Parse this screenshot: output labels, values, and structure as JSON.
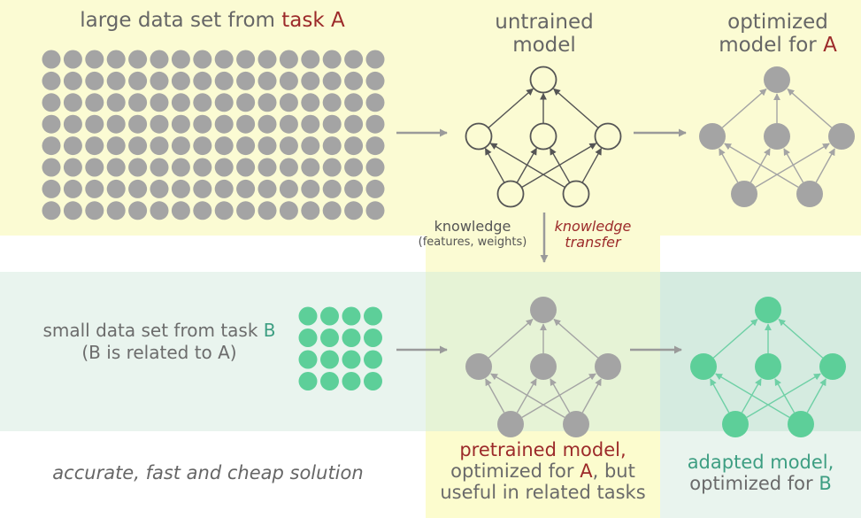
{
  "colors": {
    "band_a": "#fbfbd3",
    "band_b": "#e9f4ee",
    "overlap": "#e6f3d6",
    "adapted_band": "#d5ebe0",
    "pretrained_label_bg": "#fcfcce",
    "grey": "#a4a4a4",
    "grey_dark": "#555555",
    "green": "#5dcf99",
    "green_line": "#6fd0a6",
    "arrow": "#9a9a9a",
    "text": "#666666",
    "red": "#9c2a2a",
    "teal": "#3d9e82"
  },
  "labels": {
    "large_data_prefix": "large data set from ",
    "large_data_task": "task A",
    "untrained_line1": "untrained",
    "untrained_line2": "model",
    "optimized_line1": "optimized",
    "optimized_line2_prefix": "model for ",
    "optimized_line2_task": "A",
    "knowledge": "knowledge",
    "knowledge_detail": "(features, weights)",
    "transfer_line1": "knowledge",
    "transfer_line2": "transfer",
    "small_data_prefix": "small data set from task ",
    "small_data_task": "B",
    "related": "(B is related to A)",
    "solution": "accurate, fast and cheap solution",
    "pretrained_line1": "pretrained model,",
    "pretrained_line2_prefix": "optimized for ",
    "pretrained_line2_task": "A",
    "pretrained_line2_suffix": ", but",
    "pretrained_line3": "useful in related tasks",
    "adapted_line1": "adapted model,",
    "adapted_line2_prefix": "optimized for ",
    "adapted_line2_task": "B"
  },
  "datasets": {
    "large": {
      "rows": 8,
      "cols": 16
    },
    "small": {
      "rows": 4,
      "cols": 4
    }
  },
  "networks": [
    {
      "id": "untrained-model",
      "style": "outline"
    },
    {
      "id": "optimized-model-a",
      "style": "grey"
    },
    {
      "id": "pretrained-model",
      "style": "grey"
    },
    {
      "id": "adapted-model-b",
      "style": "green"
    }
  ]
}
